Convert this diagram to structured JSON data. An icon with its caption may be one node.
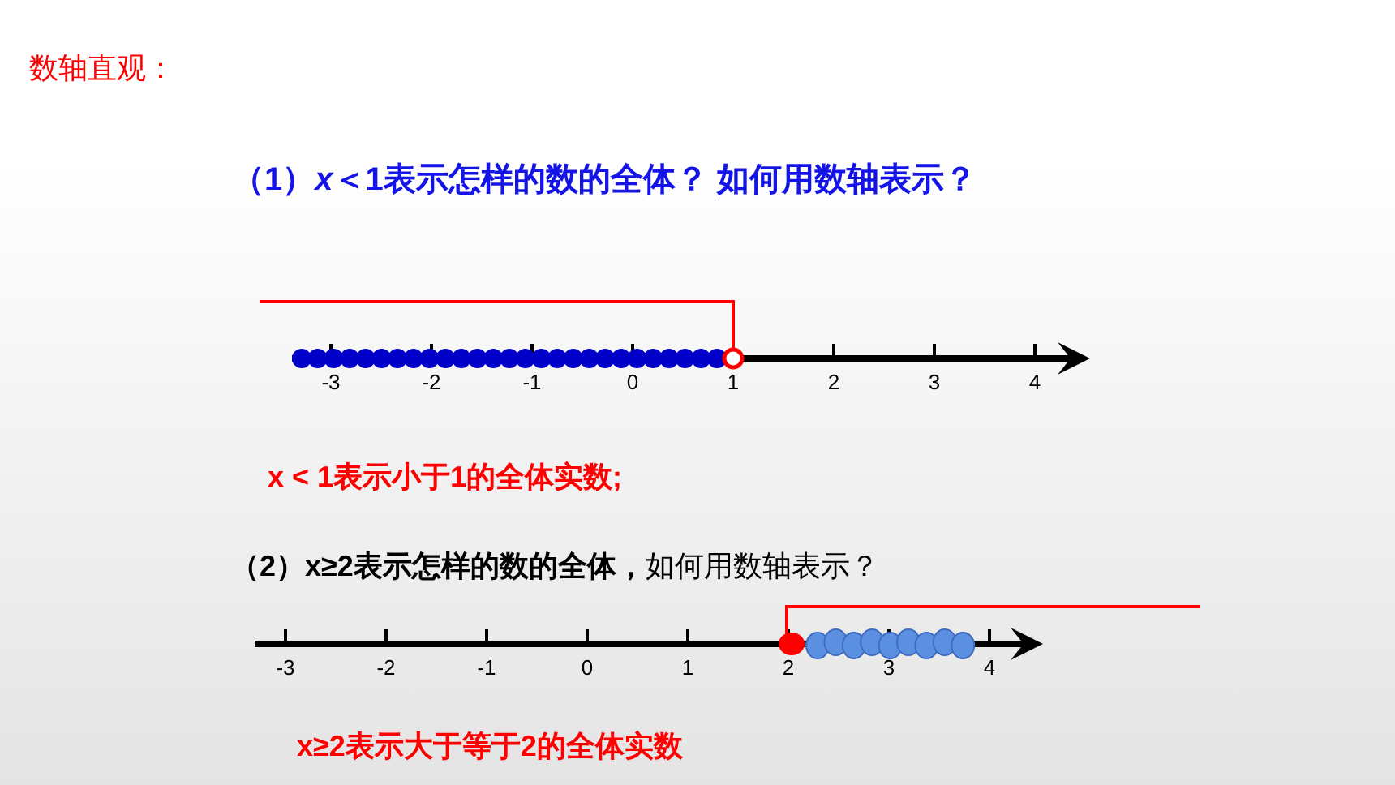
{
  "diagram": {
    "title": "数轴直观：",
    "labels": [
      "（1）*x*＜1表示怎样的数的全体？ 如何用数轴表示？",
      "-3",
      "-2",
      "-1",
      "0",
      "1",
      "2",
      "3",
      "4",
      "x < 1表示小于1的全体实数;",
      "**（2）x≥2表示怎样的数的全体，**如何用数轴表示？",
      "-3",
      "-2",
      "-1",
      "0",
      "1",
      "2",
      "3",
      "4",
      "x≥2表示大于等于2的全体实数"
    ]
  }
}
